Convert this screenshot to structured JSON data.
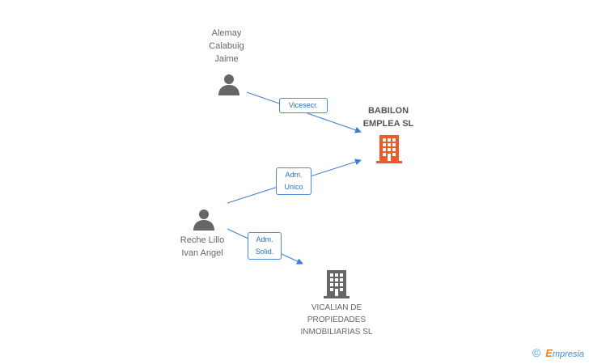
{
  "nodes": {
    "person_alemay": {
      "label": "Alemay\nCalabuig\nJaime",
      "icon": "person-icon",
      "color": "#666666"
    },
    "person_reche": {
      "label": "Reche Lillo\nIvan Angel",
      "icon": "person-icon",
      "color": "#666666"
    },
    "company_babilon": {
      "label": "BABILON\nEMPLEA SL",
      "icon": "building-icon",
      "color": "#f05a28"
    },
    "company_vicalian": {
      "label": "VICALIAN DE\nPROPIEDADES\nINMOBILIARIAS SL",
      "icon": "building-icon",
      "color": "#666666"
    }
  },
  "edges": [
    {
      "from": "person_alemay",
      "to": "company_babilon",
      "label": "Vicesecr."
    },
    {
      "from": "person_reche",
      "to": "company_babilon",
      "label": "Adm.\nUnico"
    },
    {
      "from": "person_reche",
      "to": "company_vicalian",
      "label": "Adm.\nSolid."
    }
  ],
  "colors": {
    "edge": "#3a7fd5",
    "edge_text": "#2d6fc4"
  },
  "footer": {
    "copyright_symbol": "©",
    "brand_initial": "E",
    "brand_rest": "mpresia"
  }
}
